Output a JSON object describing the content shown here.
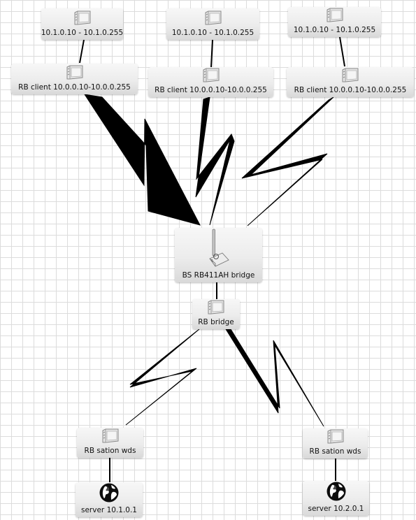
{
  "nodes": [
    {
      "id": "n1",
      "label": "10.1.0.10 - 10.1.0.255",
      "icon": "wireless-interface-icon"
    },
    {
      "id": "n2",
      "label": "10.1.0.10 - 10.1.0.255",
      "icon": "wireless-interface-icon"
    },
    {
      "id": "n3",
      "label": "10.1.0.10 - 10.1.0.255",
      "icon": "wireless-interface-icon"
    },
    {
      "id": "c1",
      "label": "RB client 10.0.0.10-10.0.0.255",
      "icon": "wireless-interface-icon"
    },
    {
      "id": "c2",
      "label": "RB client 10.0.0.10-10.0.0.255",
      "icon": "wireless-interface-icon"
    },
    {
      "id": "c3",
      "label": "RB client 10.0.0.10-10.0.0.255",
      "icon": "wireless-interface-icon"
    },
    {
      "id": "bs",
      "label": "BS RB411AH bridge",
      "icon": "antenna-router-icon"
    },
    {
      "id": "rbb",
      "label": "RB bridge",
      "icon": "wireless-interface-icon"
    },
    {
      "id": "s1",
      "label": "RB sation wds",
      "icon": "wireless-interface-icon"
    },
    {
      "id": "s2",
      "label": "RB sation wds",
      "icon": "wireless-interface-icon"
    },
    {
      "id": "sv1",
      "label": "server 10.1.0.1",
      "icon": "globe-icon"
    },
    {
      "id": "sv2",
      "label": "server 10.2.0.1",
      "icon": "globe-icon"
    }
  ],
  "links": [
    {
      "from": "n1",
      "to": "c1",
      "type": "wired"
    },
    {
      "from": "n2",
      "to": "c2",
      "type": "wired"
    },
    {
      "from": "n3",
      "to": "c3",
      "type": "wired"
    },
    {
      "from": "c1",
      "to": "bs",
      "type": "wireless"
    },
    {
      "from": "c2",
      "to": "bs",
      "type": "wireless"
    },
    {
      "from": "c3",
      "to": "bs",
      "type": "wireless"
    },
    {
      "from": "bs",
      "to": "rbb",
      "type": "wired"
    },
    {
      "from": "rbb",
      "to": "s1",
      "type": "wireless"
    },
    {
      "from": "rbb",
      "to": "s2",
      "type": "wireless"
    },
    {
      "from": "s1",
      "to": "sv1",
      "type": "wired"
    },
    {
      "from": "s2",
      "to": "sv2",
      "type": "wired"
    }
  ],
  "colors": {
    "link": "#000000",
    "node_label": "#111111"
  }
}
